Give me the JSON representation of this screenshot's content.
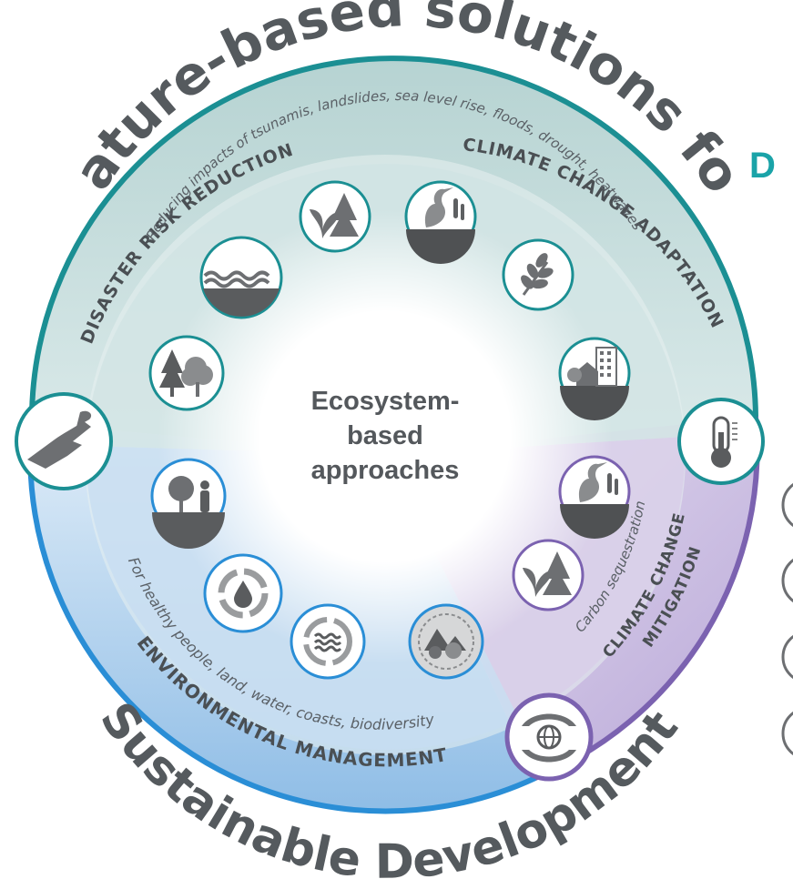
{
  "heading_top": "Nature-based solutions for",
  "heading_bottom": "Sustainable Development",
  "center": {
    "line1": "Ecosystem-",
    "line2": "based",
    "line3": "approaches"
  },
  "sections": {
    "drr": "DISASTER RISK REDUCTION",
    "cca": "CLIMATE CHANGE ADAPTATION",
    "ccm_line1": "CLIMATE CHANGE",
    "ccm_line2": "MITIGATION",
    "env": "ENVIRONMENTAL MANAGEMENT"
  },
  "subtitles": {
    "top": "Reducing impacts of tsunamis, landslides, sea level rise, floods, drought, heatwaves",
    "mitigation": "Carbon sequestration",
    "bottom": "For healthy people, land, water, coasts, biodiversity"
  },
  "right_partial_title": "D",
  "colors": {
    "teal": "#1b8f93",
    "teal_band": "#c9e0df",
    "blue": "#2a8ed6",
    "blue_band": "#b9d7f0",
    "purple": "#7b62b0",
    "purple_band": "#d4c8e6",
    "icon_gray": "#6d6f72",
    "text_dark": "#555a5e"
  },
  "icons": [
    "plants-trees-icon",
    "heron-wetland-icon",
    "wheat-icon",
    "city-building-icon",
    "waves-icon",
    "forest-icon",
    "hands-icon",
    "thermometer-icon",
    "heron-wetland-icon",
    "plants-trees-icon",
    "tree-person-icon",
    "water-cycle-icon",
    "wave-cycle-icon",
    "mountain-landscape-icon",
    "globe-hands-icon"
  ]
}
